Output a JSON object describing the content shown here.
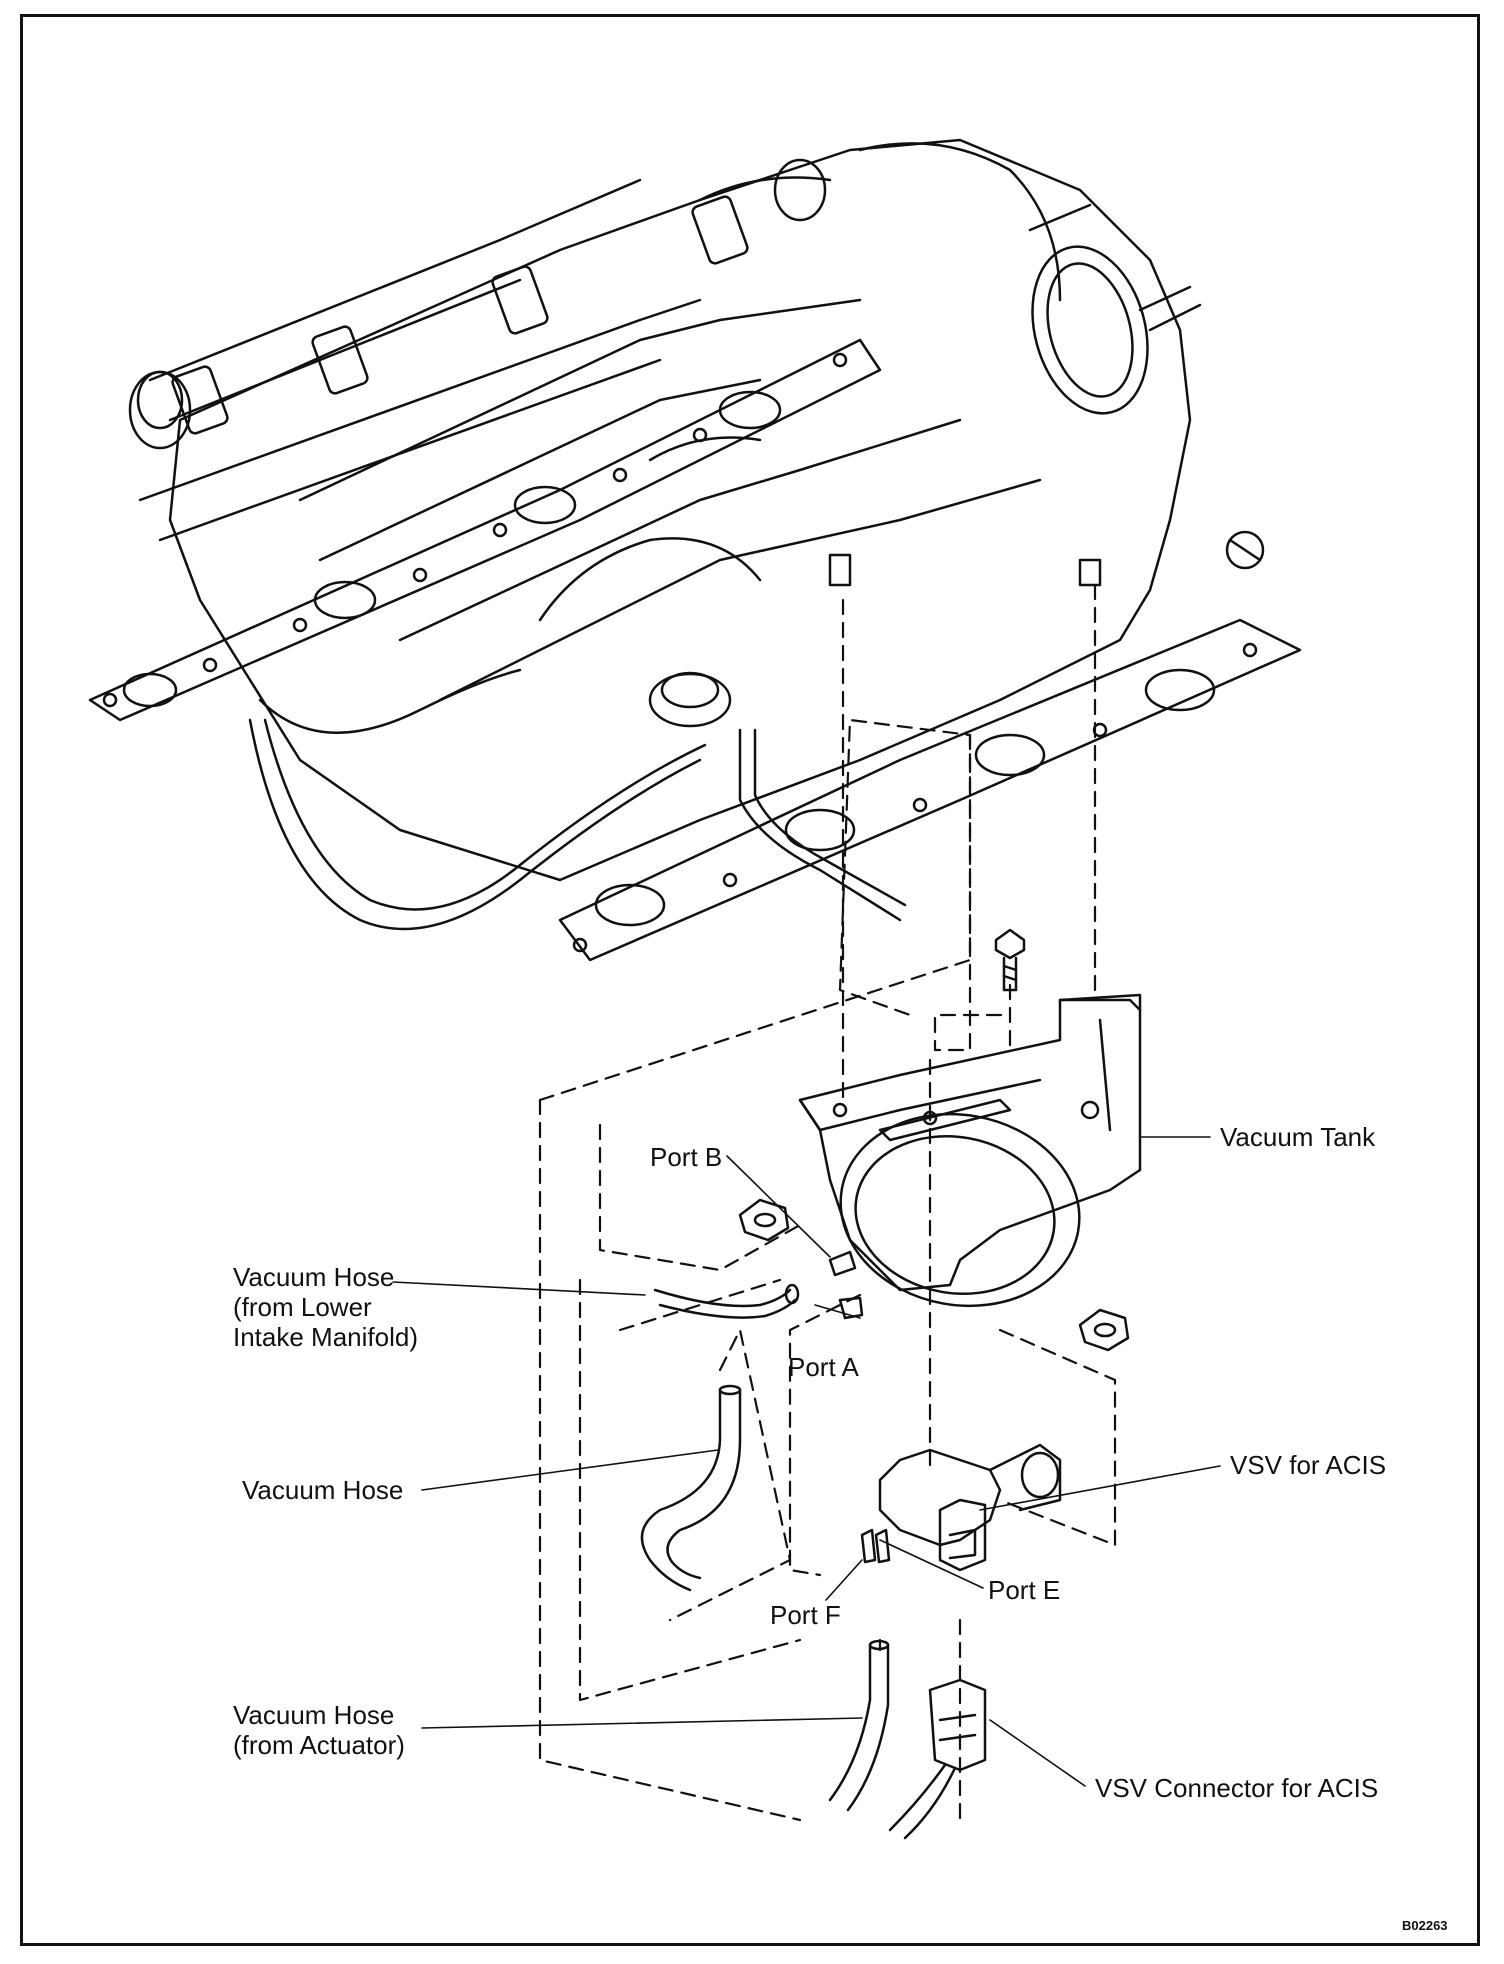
{
  "labels": {
    "vacuum_tank": "Vacuum Tank",
    "port_b": "Port B",
    "port_a": "Port A",
    "port_e": "Port E",
    "port_f": "Port F",
    "hose_lower_manifold": "Vacuum Hose\n(from Lower\nIntake Manifold)",
    "hose": "Vacuum Hose",
    "hose_actuator": "Vacuum Hose\n(from Actuator)",
    "vsv": "VSV for ACIS",
    "vsv_connector": "VSV Connector for ACIS"
  },
  "figure_id": "B02263"
}
